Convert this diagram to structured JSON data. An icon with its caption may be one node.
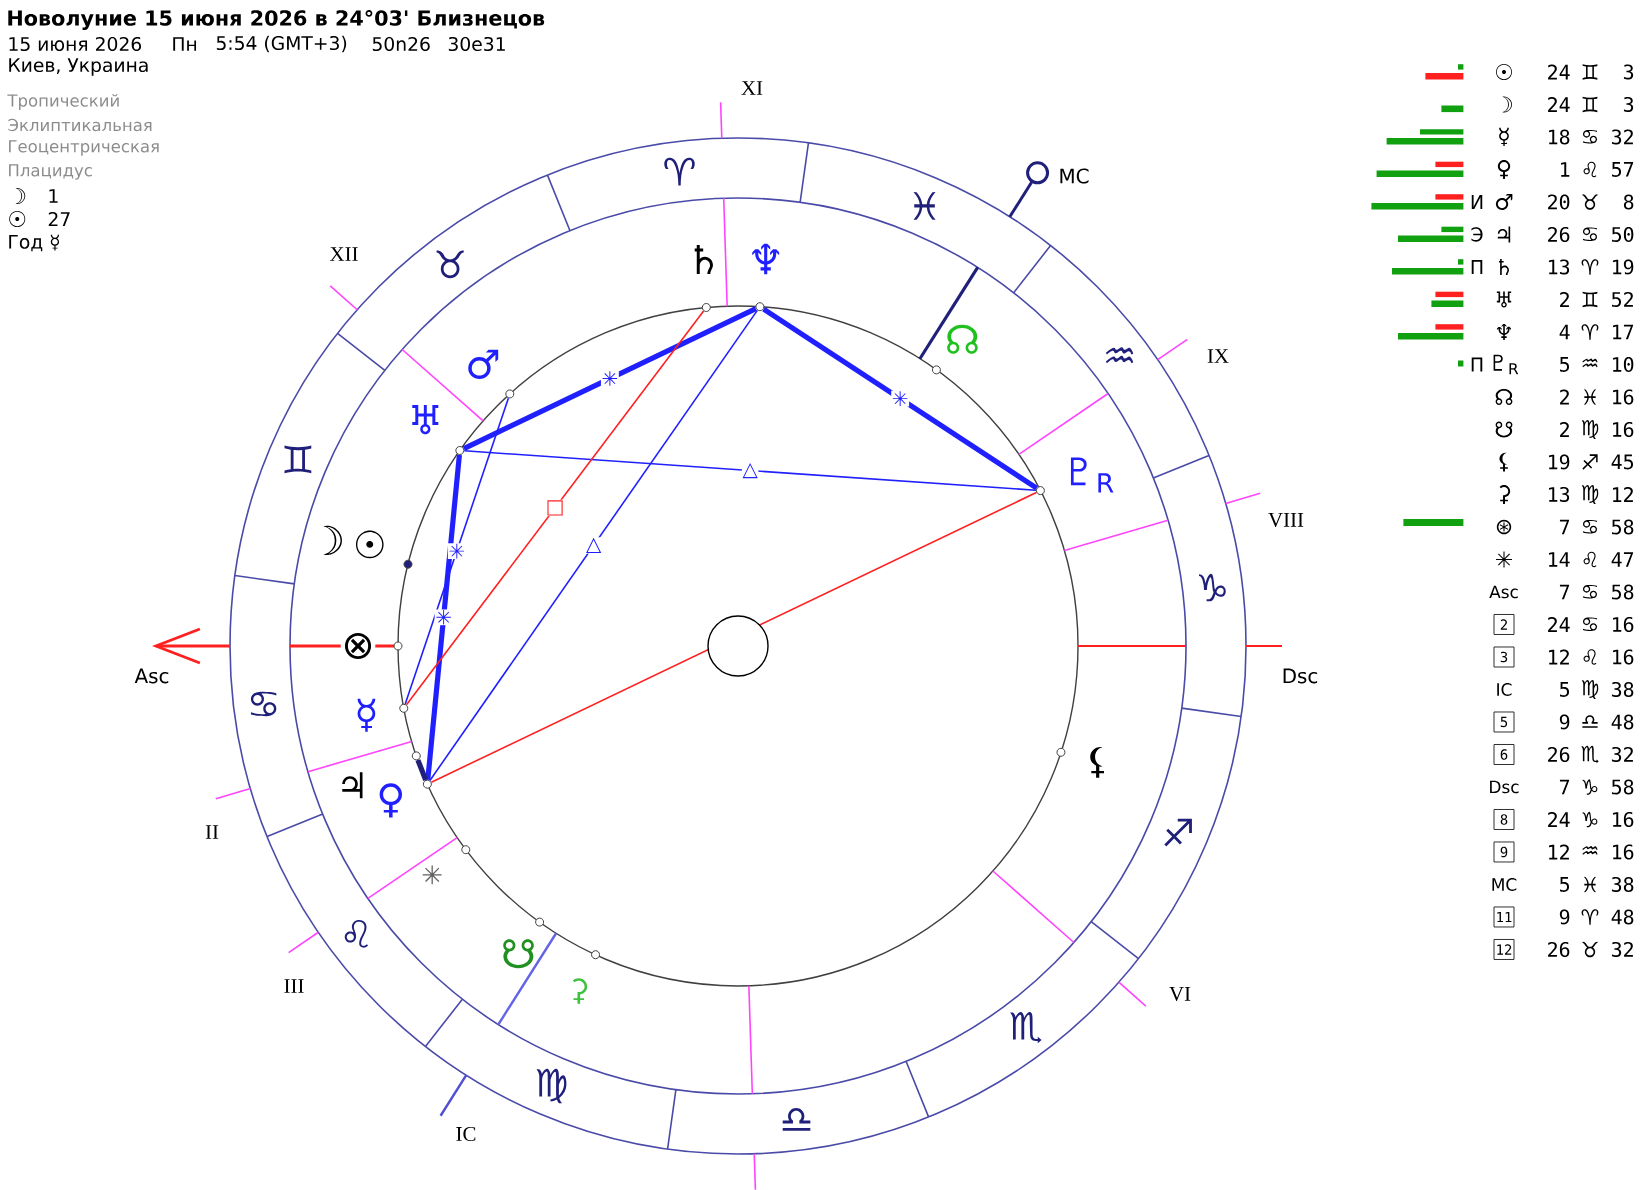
{
  "diagram": {
    "title": "Новолуние 15 июня 2026 в 24°03' Близнецов",
    "nodes": [
      {
        "text": [],
        "shape": "circle",
        "beside": [
          "☽",
          "☉"
        ]
      },
      {
        "text": [],
        "shape": "circle",
        "beside": [
          "☿"
        ]
      },
      {
        "text": [],
        "shape": "circle",
        "beside": [
          "♀"
        ]
      },
      {
        "text": [],
        "shape": "circle",
        "beside": [
          "♂"
        ]
      },
      {
        "text": [],
        "shape": "circle",
        "beside": [
          "♃"
        ]
      },
      {
        "text": [],
        "shape": "circle",
        "beside": [
          "♄"
        ]
      },
      {
        "text": [],
        "shape": "circle",
        "beside": [
          "♅"
        ]
      },
      {
        "text": [],
        "shape": "circle",
        "beside": [
          "♆"
        ]
      },
      {
        "text": [],
        "shape": "circle",
        "beside": [
          "♇$_{R}$"
        ]
      },
      {
        "text": [],
        "shape": "circle",
        "beside": [
          "☊"
        ]
      },
      {
        "text": [],
        "shape": "circle",
        "beside": [
          "☋"
        ]
      },
      {
        "text": [],
        "shape": "circle",
        "beside": [
          "⚸"
        ]
      },
      {
        "text": [],
        "shape": "circle",
        "beside": [
          "⚳"
        ]
      },
      {
        "text": [],
        "shape": "circle",
        "beside": [
          "⊗"
        ]
      },
      {
        "text": [],
        "shape": "circle",
        "beside": [
          "✳"
        ]
      }
    ],
    "edges": [
      {
        "from": 6,
        "to": 7,
        "arrow": "none",
        "style": "thick",
        "label": "✳"
      },
      {
        "from": 7,
        "to": 8,
        "arrow": "none",
        "style": "thick",
        "label": "✳"
      },
      {
        "from": 6,
        "to": 8,
        "arrow": "none",
        "label": "△"
      },
      {
        "from": 6,
        "to": 2,
        "arrow": "none",
        "style": "thick",
        "label": "✳"
      },
      {
        "from": 3,
        "to": 1,
        "arrow": "none",
        "label": "✳"
      },
      {
        "from": 5,
        "to": 1,
        "arrow": "none",
        "color": "#ff2020",
        "label": "□"
      },
      {
        "from": 7,
        "to": 2,
        "arrow": "none",
        "label": "△"
      },
      {
        "from": 8,
        "to": 2,
        "arrow": "none",
        "color": "#ff2020"
      },
      {
        "from": 4,
        "to": 2,
        "arrow": "none",
        "style": "thick",
        "color": "#20207a"
      }
    ],
    "labels": [
      "15 июня 2026",
      "Пн",
      "5:54 (GMT+3)",
      "50n26",
      "30e31",
      "Киев, Украина",
      "Тропический",
      "Эклиптикальная",
      "Геоцентрическая",
      "Плацидус",
      "☽",
      "1",
      "☉",
      "27",
      "Год ☿",
      "XI",
      "MC",
      "XII",
      "IX",
      "VIII",
      "Asc",
      "Dsc",
      "II",
      "III",
      "VI",
      "IC",
      "♈",
      "♉",
      "♊",
      "♋",
      "♌",
      "♍",
      "♎",
      "♏",
      "♐",
      "♑",
      "♒",
      "♓",
      "☉",
      "24",
      "♊",
      "3",
      "☽",
      "24",
      "♊",
      "3",
      "☿",
      "18",
      "♋",
      "32",
      "♀",
      "1",
      "♌",
      "57",
      "И",
      "♂",
      "20",
      "♉",
      "8",
      "Э",
      "♃",
      "26",
      "♋",
      "50",
      "П",
      "♄",
      "13",
      "♈",
      "19",
      "♅",
      "2",
      "♊",
      "52",
      "♆",
      "4",
      "♈",
      "17",
      "П",
      "♇$_{R}$",
      "5",
      "♒",
      "10",
      "☊",
      "2",
      "♓",
      "16",
      "☋",
      "2",
      "♍",
      "16",
      "⚸",
      "19",
      "♐",
      "45",
      "⚳",
      "13",
      "♍",
      "12",
      "⊛",
      "7",
      "♋",
      "58",
      "✳",
      "14",
      "♌",
      "47",
      "Asc",
      "7",
      "♋",
      "58",
      "2",
      "24",
      "♋",
      "16",
      "3",
      "12",
      "♌",
      "16",
      "IC",
      "5",
      "♍",
      "38",
      "5",
      "9",
      "♎",
      "48",
      "6",
      "26",
      "♏",
      "32",
      "Dsc",
      "7",
      "♑",
      "58",
      "8",
      "24",
      "♑",
      "16",
      "9",
      "12",
      "♒",
      "16",
      "MC",
      "5",
      "♓",
      "38",
      "11",
      "9",
      "♈",
      "48",
      "12",
      "26",
      "♉",
      "32"
    ]
  }
}
